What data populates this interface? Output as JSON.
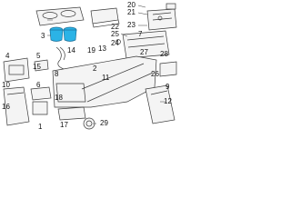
{
  "callouts": [
    {
      "id": "1",
      "label": "1"
    },
    {
      "id": "2",
      "label": "2"
    },
    {
      "id": "3",
      "label": "3"
    },
    {
      "id": "4",
      "label": "4"
    },
    {
      "id": "5",
      "label": "5"
    },
    {
      "id": "6",
      "label": "6"
    },
    {
      "id": "7",
      "label": "7"
    },
    {
      "id": "8",
      "label": "8"
    },
    {
      "id": "9",
      "label": "9"
    },
    {
      "id": "10",
      "label": "10"
    },
    {
      "id": "11",
      "label": "11"
    },
    {
      "id": "12",
      "label": "12"
    },
    {
      "id": "13",
      "label": "13"
    },
    {
      "id": "14",
      "label": "14"
    },
    {
      "id": "15",
      "label": "15"
    },
    {
      "id": "16",
      "label": "16"
    },
    {
      "id": "17",
      "label": "17"
    },
    {
      "id": "18",
      "label": "18"
    },
    {
      "id": "19",
      "label": "19"
    },
    {
      "id": "20",
      "label": "20"
    },
    {
      "id": "21",
      "label": "21"
    },
    {
      "id": "22",
      "label": "22"
    },
    {
      "id": "23",
      "label": "23"
    },
    {
      "id": "24",
      "label": "24"
    },
    {
      "id": "25",
      "label": "25"
    },
    {
      "id": "26",
      "label": "26"
    },
    {
      "id": "27",
      "label": "27"
    },
    {
      "id": "28",
      "label": "28"
    },
    {
      "id": "29",
      "label": "29"
    }
  ],
  "colors": {
    "highlight": "#2bb3e6",
    "line": "#3a3a3a",
    "background": "#ffffff"
  }
}
